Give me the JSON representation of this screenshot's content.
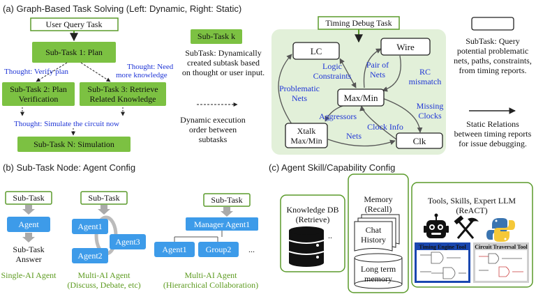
{
  "sections": {
    "a": "(a) Graph-Based Task Solving (Left: Dynamic, Right: Static)",
    "b": "(b) Sub-Task Node: Agent Config",
    "c": "(c) Agent Skill/Capability Config"
  },
  "dynamic": {
    "user_query": "User Query Task",
    "plan": "Sub-Task 1: Plan",
    "thought_verify": "Thought: Verify plan",
    "thought_need": [
      "Thought: Need",
      "more knowledge"
    ],
    "verification": [
      "Sub-Task 2: Plan",
      "Verification"
    ],
    "retrieve": [
      "Sub-Task 3: Retrieve",
      "Related Knowledge"
    ],
    "thought_sim": "Thought: Simulate the circuit now",
    "simulation": "Sub-Task N: Simulation"
  },
  "legend_dynamic": {
    "subtask_k": "Sub-Task k",
    "subtask_desc": [
      "SubTask: Dynamically",
      "created subtask based",
      "on thought or user input."
    ],
    "dashed_desc": [
      "Dynamic execution",
      "order between",
      "subtasks"
    ]
  },
  "static_graph": {
    "title": "Timing Debug Task",
    "nodes": {
      "lc": "LC",
      "wire": "Wire",
      "maxmin": "Max/Min",
      "xtalk": [
        "Xtalk",
        "Max/Min"
      ],
      "clk": "Clk"
    },
    "edges": {
      "logic": [
        "Logic",
        "Constraints"
      ],
      "pair": [
        "Pair of",
        "Nets"
      ],
      "rc": [
        "RC",
        "mismatch"
      ],
      "problematic": [
        "Problematic",
        "Nets"
      ],
      "aggressors": "Aggressors",
      "missing": [
        "Missing",
        "Clocks"
      ],
      "clock_info": "Clock Info",
      "nets": "Nets"
    }
  },
  "legend_static": {
    "subtask_desc": [
      "SubTask: Query",
      "potential problematic",
      "nets, paths, constraints,",
      "from timing reports."
    ],
    "relations_desc": [
      "Static Relations",
      "between timing reports",
      "for issue debugging."
    ]
  },
  "agent_config": {
    "sub_task": "Sub-Task",
    "single": {
      "agent": "Agent",
      "answer": [
        "Sub-Task",
        "Answer"
      ],
      "caption": "Single-AI Agent"
    },
    "multi": {
      "agents": [
        "Agent1",
        "Agent2",
        "Agent3"
      ],
      "caption": [
        "Multi-AI Agent",
        "(Discuss, Debate, etc)"
      ]
    },
    "hier": {
      "manager": "Manager Agent1",
      "agent1": "Agent1",
      "group2": "Group2",
      "ellipsis": "...",
      "caption": [
        "Multi-AI Agent",
        "(Hierarchical Collaboration)"
      ]
    }
  },
  "capability": {
    "knowledge": [
      "Knowledge DB",
      "(Retrieve)"
    ],
    "memory": [
      "Memory",
      "(Recall)"
    ],
    "chat": [
      "Chat",
      "History"
    ],
    "long_term": [
      "Long term",
      "memory"
    ],
    "tools": [
      "Tools, Skills, Expert LLM",
      "(ReACT)"
    ],
    "timing_tool": "Timing Engine Tool",
    "traversal_tool": "Circuit Traversal Tool"
  },
  "colors": {
    "green_fill": "#7cc142",
    "green_border": "#5a9a2a",
    "panel_fill": "#e2f0d9",
    "agent_blue": "#3d9be9",
    "thought_blue": "#1f35d6",
    "caption_green": "#6aa329"
  },
  "icons": [
    "robot-icon",
    "hammer-pick-icon",
    "python-icon",
    "database-icon"
  ]
}
